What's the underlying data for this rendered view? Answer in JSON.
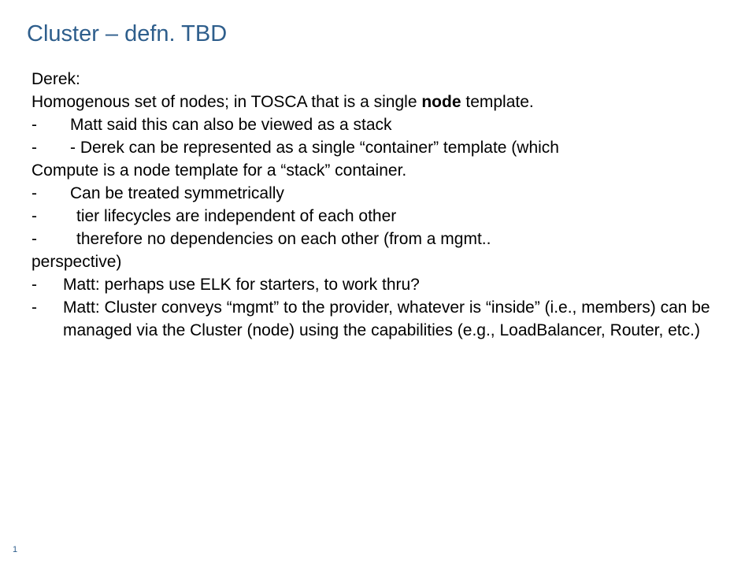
{
  "title": "Cluster – defn. TBD",
  "page_number": "1",
  "dash": "-",
  "lines": {
    "l0": "Derek:",
    "l1_pre": "Homogenous set of nodes; in TOSCA that is a single ",
    "l1_bold": "node",
    "l1_post": " template.",
    "l2": "Matt said this can also be viewed as a stack",
    "l3": "- Derek can be represented as a single “container” template (which",
    "l4": "Compute is a node template  for a “stack” container.",
    "l5": "Can be treated symmetrically",
    "l6": "tier lifecycles are independent of each other",
    "l7": "therefore no dependencies on each other (from a mgmt..",
    "l8": "perspective)",
    "l9": "Matt: perhaps use ELK for starters, to work thru?",
    "l10": "Matt: Cluster conveys “mgmt” to the provider, whatever is “inside” (i.e., members) can be managed via the Cluster (node) using the capabilities (e.g., LoadBalancer, Router, etc.)"
  }
}
